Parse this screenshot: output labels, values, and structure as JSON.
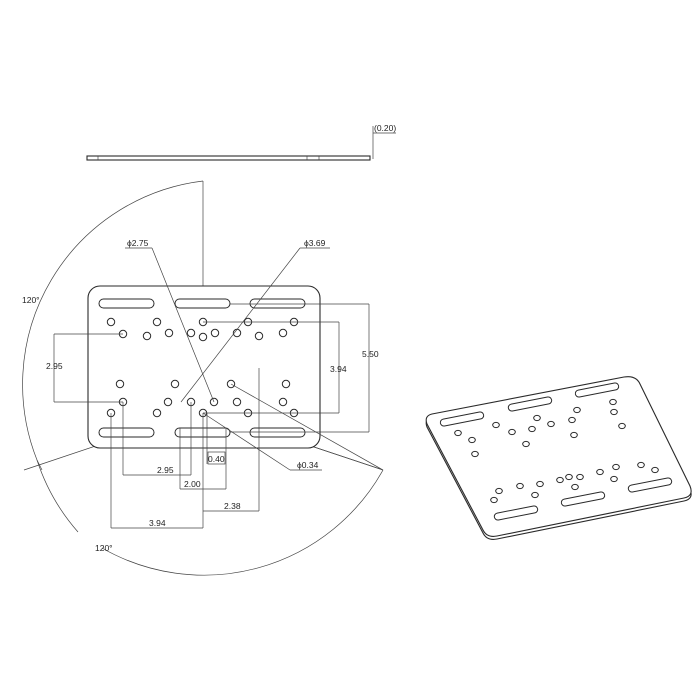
{
  "drawing": {
    "title": "Mounting plate technical drawing",
    "views": [
      "side-view",
      "front-view",
      "isometric-view"
    ]
  },
  "side_view": {
    "thickness_label": "(0.20)"
  },
  "front_view": {
    "diameter_labels": {
      "d1": "ϕ2.75",
      "d2": "ϕ3.69",
      "d3": "ϕ0.34"
    },
    "angle_labels": {
      "upper": "120°",
      "lower": "120°"
    },
    "dimensions": {
      "vertical_left": "2.95",
      "vertical_inner_right": "3.94",
      "vertical_outer_right": "5.50",
      "horizontal_1": "2.95",
      "horizontal_2": "2.00",
      "horizontal_3": "0.40",
      "horizontal_4": "2.38",
      "horizontal_5": "3.94"
    }
  },
  "colors": {
    "line": "#333333",
    "background": "#ffffff"
  }
}
